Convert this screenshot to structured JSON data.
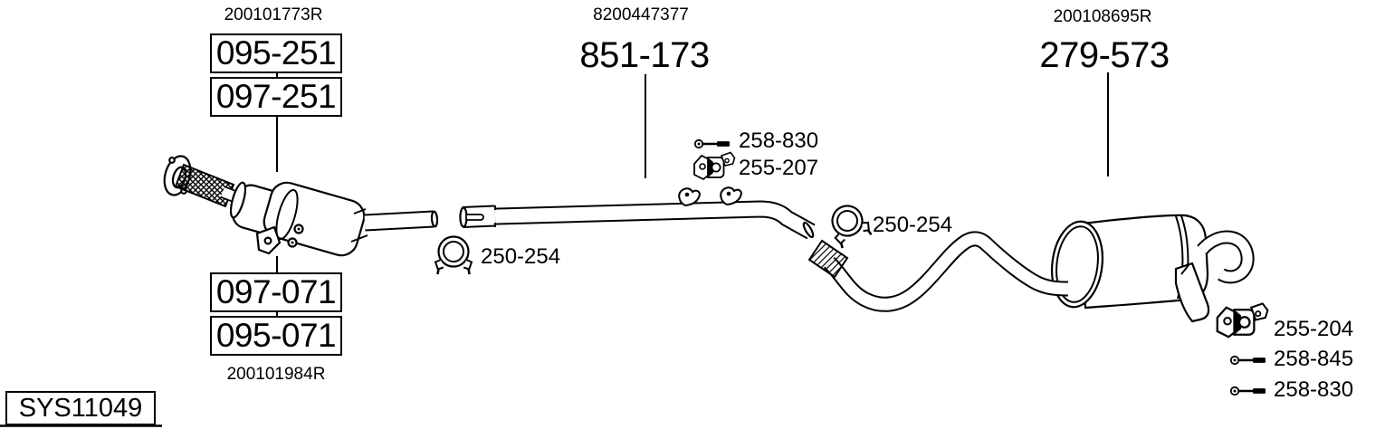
{
  "colors": {
    "ink": "#000000",
    "paper": "#ffffff"
  },
  "system": {
    "id": "SYS11049"
  },
  "front_assembly": {
    "oem_upper": "200101773R",
    "boxed_parts_upper": [
      "095-251",
      "097-251"
    ],
    "boxed_parts_lower": [
      "097-071",
      "095-071"
    ],
    "oem_lower": "200101984R"
  },
  "center_assembly": {
    "oem": "8200447377",
    "part": "851-173"
  },
  "rear_assembly": {
    "oem": "200108695R",
    "part": "279-573"
  },
  "hardware_callouts": [
    {
      "part": "258-830",
      "icon": "bolt-icon"
    },
    {
      "part": "255-207",
      "icon": "rubber-mount-icon"
    },
    {
      "part": "250-254",
      "icon": "pipe-clamp-icon"
    },
    {
      "part": "250-254",
      "icon": "pipe-clamp-icon"
    },
    {
      "part": "255-204",
      "icon": "rubber-mount-icon"
    },
    {
      "part": "258-845",
      "icon": "bolt-icon"
    },
    {
      "part": "258-830",
      "icon": "bolt-icon"
    }
  ]
}
